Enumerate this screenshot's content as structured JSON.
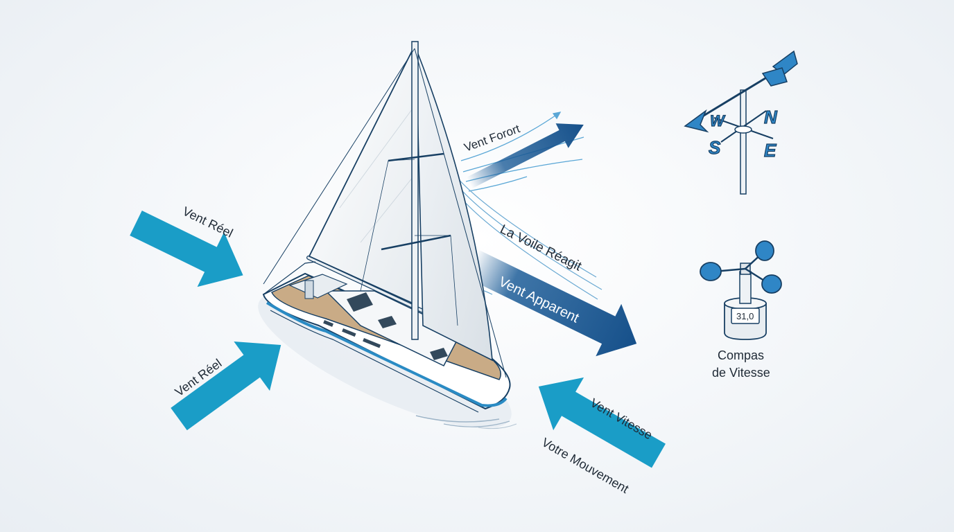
{
  "labels": {
    "vent_reel_top": "Vent Réel",
    "vent_reel_bottom": "Vent Réel",
    "vent_forort": "Vent Forort",
    "la_voile_reagit": "La Voile Réagit",
    "vent_apparent": "Vent Apparent",
    "vent_vitesse": "Vent Vitesse",
    "votre_mouvement": "Votre Mouvement",
    "compas_line1": "Compas",
    "compas_line2": "de Vitesse"
  },
  "anemometer": {
    "display": "31,0"
  },
  "weathervane": {
    "n": "N",
    "s": "S",
    "e": "E",
    "w": "W"
  },
  "colors": {
    "true_wind": "#1a9dc7",
    "apparent_wind": "#1d5d98",
    "boat_speed_wind": "#1a9dc7",
    "deck": "#c9ab86",
    "hull_stripe": "#2a8bc4",
    "outline": "#173f63"
  },
  "icons": [
    "weather-vane-icon",
    "anemometer-icon",
    "sailboat-illustration"
  ]
}
